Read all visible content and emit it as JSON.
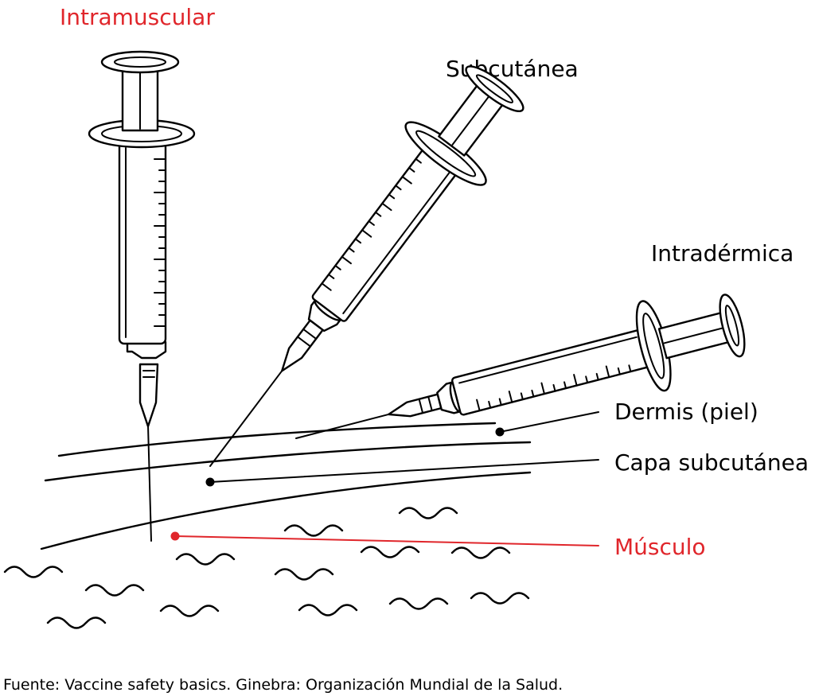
{
  "labels": {
    "intramuscular": "Intramuscular",
    "subcutanea": "Subcutánea",
    "intradermica": "Intradérmica",
    "dermis": "Dermis (piel)",
    "capa_subcutanea": "Capa subcutánea",
    "musculo": "Músculo"
  },
  "source": "Fuente: Vaccine safety basics. Ginebra: Organización Mundial de la Salud.",
  "colors": {
    "highlight": "#e0262b",
    "line": "#000000"
  }
}
